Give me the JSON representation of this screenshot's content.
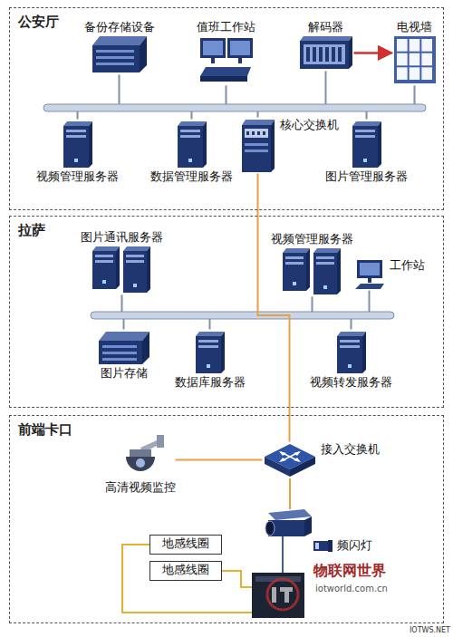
{
  "diagram": {
    "nodes": [
      {
        "text": [
          "公安厅"
        ]
      },
      {
        "text": [
          "备份存储设备"
        ],
        "in": 0
      },
      {
        "text": [
          "值班工作站"
        ],
        "in": 0
      },
      {
        "text": [
          "解码器"
        ],
        "in": 0
      },
      {
        "text": [
          "电视墙"
        ],
        "in": 0
      },
      {
        "text": [
          "视频管理服务器"
        ],
        "in": 0
      },
      {
        "text": [
          "数据管理服务器"
        ],
        "in": 0
      },
      {
        "text": [
          "核心交换机"
        ],
        "in": 0
      },
      {
        "text": [
          "图片管理服务器"
        ],
        "in": 0
      },
      {
        "text": [
          "拉萨"
        ]
      },
      {
        "text": [
          "图片通讯服务器"
        ],
        "in": 9
      },
      {
        "text": [
          "视频管理服务器"
        ],
        "in": 9
      },
      {
        "text": [
          "工作站"
        ],
        "in": 9
      },
      {
        "text": [
          "图片存储"
        ],
        "in": 9
      },
      {
        "text": [
          "数据库服务器"
        ],
        "in": 9
      },
      {
        "text": [
          "视频转发服务器"
        ],
        "in": 9
      },
      {
        "text": [
          "前端卡口"
        ]
      },
      {
        "text": [
          "高清视频监控"
        ],
        "in": 16
      },
      {
        "text": [
          "接入交换机"
        ],
        "in": 16
      },
      {
        "text": [
          "频闪灯"
        ],
        "in": 16
      },
      {
        "text": [
          "地感线圈"
        ],
        "in": 16
      },
      {
        "text": [
          "地感线圈"
        ],
        "in": 16
      }
    ],
    "edges": [
      {
        "from": 3,
        "to": 4,
        "arrow": "to"
      },
      {
        "from": 7,
        "to": 18,
        "arrow": "none"
      },
      {
        "from": 18,
        "to": 17,
        "arrow": "none"
      }
    ],
    "labels": [
      "物联网世界",
      "iotworld.com.cn",
      "IOTWS.NET"
    ]
  }
}
